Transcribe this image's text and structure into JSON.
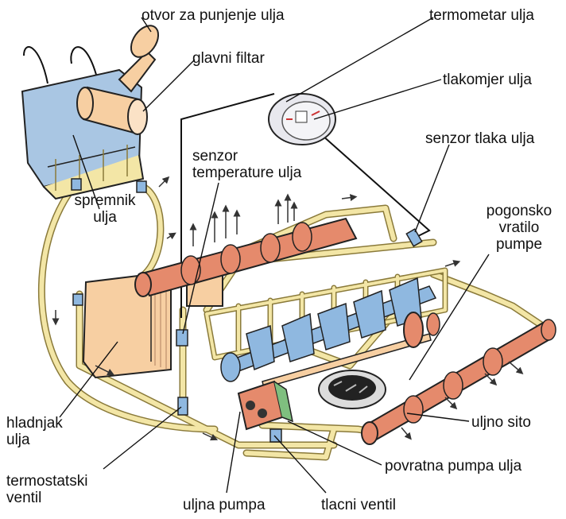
{
  "labels": {
    "oil_filler_cap": "otvor za punjenje ulja",
    "main_filter": "glavni filtar",
    "oil_thermometer": "termometar ulja",
    "oil_pressure_gauge": "tlakomjer ulja",
    "oil_pressure_sensor": "senzor tlaka ulja",
    "oil_temp_sensor": "senzor\ntemperature ulja",
    "oil_tank": "spremnik\nulja",
    "pump_drive_shaft": "pogonsko\nvratilo\npumpe",
    "oil_cooler": "hladnjak\nulja",
    "thermostatic_valve": "termostatski\nventil",
    "oil_pump": "uljna pumpa",
    "pressure_valve": "tlacni ventil",
    "scavenge_pump": "povratna pumpa ulja",
    "oil_strainer": "uljno sito"
  },
  "colors": {
    "oil_line": "#f3e6a6",
    "camshaft": "#e58a6c",
    "crankshaft": "#8fb8e0",
    "tank": "#a9c6e3",
    "cooler": "#f7cfa2",
    "leader": "#111111"
  }
}
